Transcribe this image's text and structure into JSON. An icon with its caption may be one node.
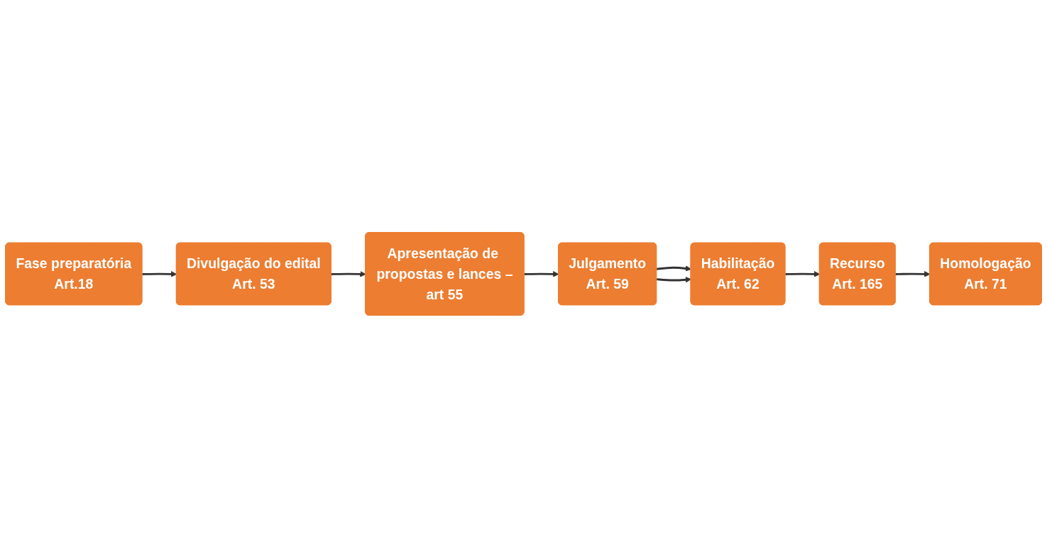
{
  "diagram": {
    "nodes": [
      {
        "text": [
          "Fase preparatória",
          "Art.18"
        ]
      },
      {
        "text": [
          "Divulgação do edital",
          "Art. 53"
        ]
      },
      {
        "text": [
          "Apresentação de propostas e lances –art 55"
        ]
      },
      {
        "text": [
          "Julgamento",
          "Art. 59"
        ]
      },
      {
        "text": [
          "Habilitação",
          "Art. 62"
        ]
      },
      {
        "text": [
          "Recurso",
          "Art. 165"
        ]
      },
      {
        "text": [
          "Homologação",
          "Art. 71"
        ]
      }
    ],
    "edges": [
      {
        "from": 0,
        "to": 1,
        "arrow": "to"
      },
      {
        "from": 1,
        "to": 2,
        "arrow": "to"
      },
      {
        "from": 2,
        "to": 3,
        "arrow": "to"
      },
      {
        "from": 3,
        "to": 4,
        "arrow": "to"
      },
      {
        "from": 3,
        "to": 4,
        "arrow": "to"
      },
      {
        "from": 4,
        "to": 5,
        "arrow": "to"
      },
      {
        "from": 5,
        "to": 6,
        "arrow": "to"
      }
    ]
  }
}
